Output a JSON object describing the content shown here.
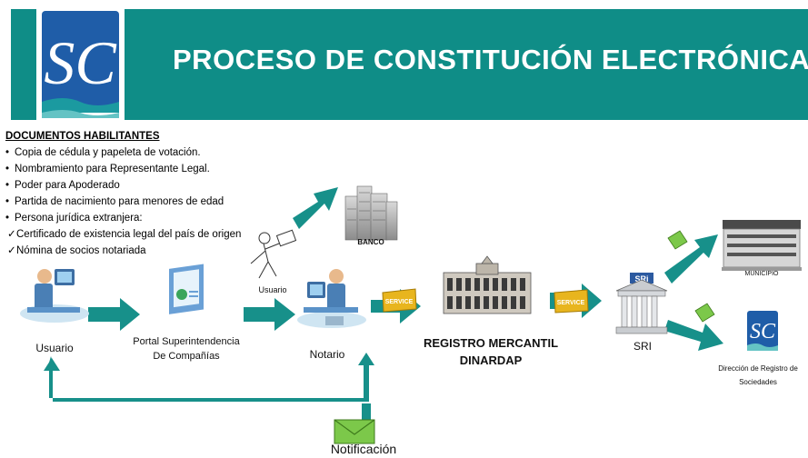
{
  "header": {
    "title": "PROCESO DE CONSTITUCIÓN ELECTRÓNICA",
    "logo_text": "SC",
    "color": "#0f8d87"
  },
  "documents": {
    "heading": "DOCUMENTOS HABILITANTES",
    "items": [
      {
        "marker": "•",
        "text": "Copia de cédula y papeleta de votación."
      },
      {
        "marker": "•",
        "text": "Nombramiento para Representante Legal."
      },
      {
        "marker": "•",
        "text": "Poder para Apoderado"
      },
      {
        "marker": "•",
        "text": "Partida de nacimiento para menores de edad"
      },
      {
        "marker": "•",
        "text": "Persona jurídica extranjera:"
      },
      {
        "marker": "✓",
        "text": "Certificado de existencia legal del país de origen"
      },
      {
        "marker": "✓",
        "text": "Nómina de socios notariada"
      }
    ]
  },
  "nodes": {
    "usuario": "Usuario",
    "portal": "Portal Superintendencia\nDe Compañías",
    "notario": "Notario",
    "usuario_small": "Usuario",
    "banco": "BANCO",
    "registro": "REGISTRO MERCANTIL\nDINARDAP",
    "sri": "SRI",
    "sri_sign": "SRi",
    "municipio": "MUNICIPIO",
    "direccion": "Dirección de Registro de\nSociedades",
    "sc_logo": "SC",
    "notificacion": "Notificación",
    "service": "SERVICE"
  },
  "colors": {
    "arrow": "#17908a",
    "service_badge": "#e8b51e",
    "envelope": "#7cc84a"
  }
}
